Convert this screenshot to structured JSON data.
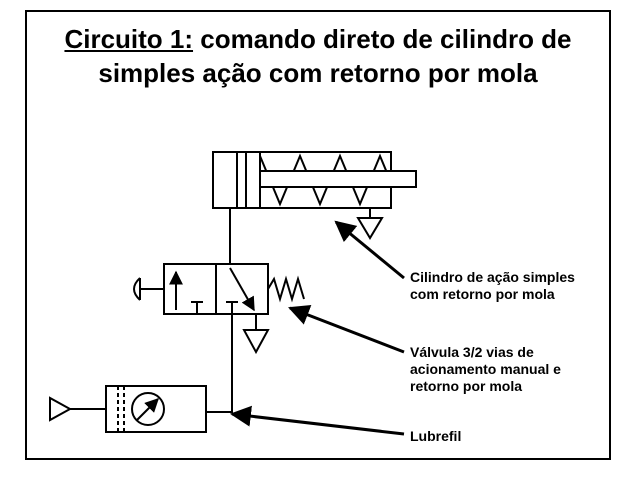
{
  "title": {
    "lead": "Circuito 1:",
    "rest": " comando direto de cilindro de simples ação com retorno por mola"
  },
  "labels": {
    "cylinder": "Cilindro de ação simples\ncom retorno por mola",
    "valve": "Válvula 3/2 vias de\nacionamento manual e\nretorno por mola",
    "lubrefil": "Lubrefil"
  },
  "components": [
    {
      "name": "single-acting-cylinder",
      "icon": "cylinder-spring-return-icon"
    },
    {
      "name": "valve-3-2-manual",
      "icon": "valve-3-2-icon"
    },
    {
      "name": "lubrefil-unit",
      "icon": "frl-unit-icon"
    }
  ],
  "colors": {
    "line": "#000000",
    "background": "#ffffff"
  }
}
